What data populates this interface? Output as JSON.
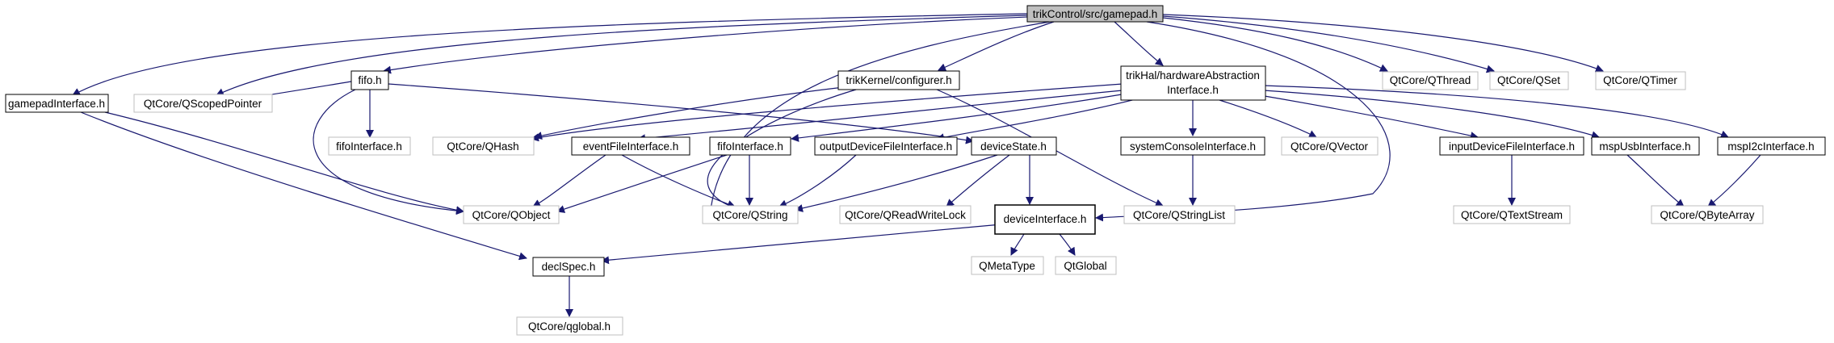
{
  "colors": {
    "edge": "#191970",
    "root_fill": "#bfbfbf",
    "internal_border": "#000000",
    "external_border": "#bfbfbf",
    "node_fill": "#ffffff"
  },
  "nodes": {
    "gamepad": {
      "label": "trikControl/src/gamepad.h",
      "kind": "root"
    },
    "fifo": {
      "label": "fifo.h",
      "kind": "internal"
    },
    "configurer": {
      "label": "trikKernel/configurer.h",
      "kind": "internal"
    },
    "hal1": {
      "label": "trikHal/hardwareAbstraction",
      "kind": "internal"
    },
    "hal2": {
      "label": "Interface.h",
      "kind": "internal"
    },
    "qthread": {
      "label": "QtCore/QThread",
      "kind": "external"
    },
    "qset": {
      "label": "QtCore/QSet",
      "kind": "external"
    },
    "qtimer": {
      "label": "QtCore/QTimer",
      "kind": "external"
    },
    "gamepadInterface": {
      "label": "gamepadInterface.h",
      "kind": "internal"
    },
    "qscopedpointer": {
      "label": "QtCore/QScopedPointer",
      "kind": "external"
    },
    "fifoInterfaceExt": {
      "label": "fifoInterface.h",
      "kind": "external"
    },
    "qhash": {
      "label": "QtCore/QHash",
      "kind": "external"
    },
    "eventFileInterface": {
      "label": "eventFileInterface.h",
      "kind": "internal"
    },
    "fifoInterface": {
      "label": "fifoInterface.h",
      "kind": "internal"
    },
    "outputDeviceFileInterface": {
      "label": "outputDeviceFileInterface.h",
      "kind": "internal"
    },
    "deviceState": {
      "label": "deviceState.h",
      "kind": "internal"
    },
    "systemConsoleInterface": {
      "label": "systemConsoleInterface.h",
      "kind": "internal"
    },
    "qvector": {
      "label": "QtCore/QVector",
      "kind": "external"
    },
    "inputDeviceFileInterface": {
      "label": "inputDeviceFileInterface.h",
      "kind": "internal"
    },
    "mspUsbInterface": {
      "label": "mspUsbInterface.h",
      "kind": "internal"
    },
    "mspI2cInterface": {
      "label": "mspI2cInterface.h",
      "kind": "internal"
    },
    "qobject": {
      "label": "QtCore/QObject",
      "kind": "external"
    },
    "qstring": {
      "label": "QtCore/QString",
      "kind": "external"
    },
    "qreadwritelock": {
      "label": "QtCore/QReadWriteLock",
      "kind": "external"
    },
    "deviceInterface": {
      "label": "deviceInterface.h",
      "kind": "internal"
    },
    "qstringlist": {
      "label": "QtCore/QStringList",
      "kind": "external"
    },
    "qtextstream": {
      "label": "QtCore/QTextStream",
      "kind": "external"
    },
    "qbytearray": {
      "label": "QtCore/QByteArray",
      "kind": "external"
    },
    "declSpec": {
      "label": "declSpec.h",
      "kind": "internal"
    },
    "qmetatype": {
      "label": "QMetaType",
      "kind": "external"
    },
    "qtglobal": {
      "label": "QtGlobal",
      "kind": "external"
    },
    "qglobalh": {
      "label": "QtCore/qglobal.h",
      "kind": "external"
    }
  }
}
